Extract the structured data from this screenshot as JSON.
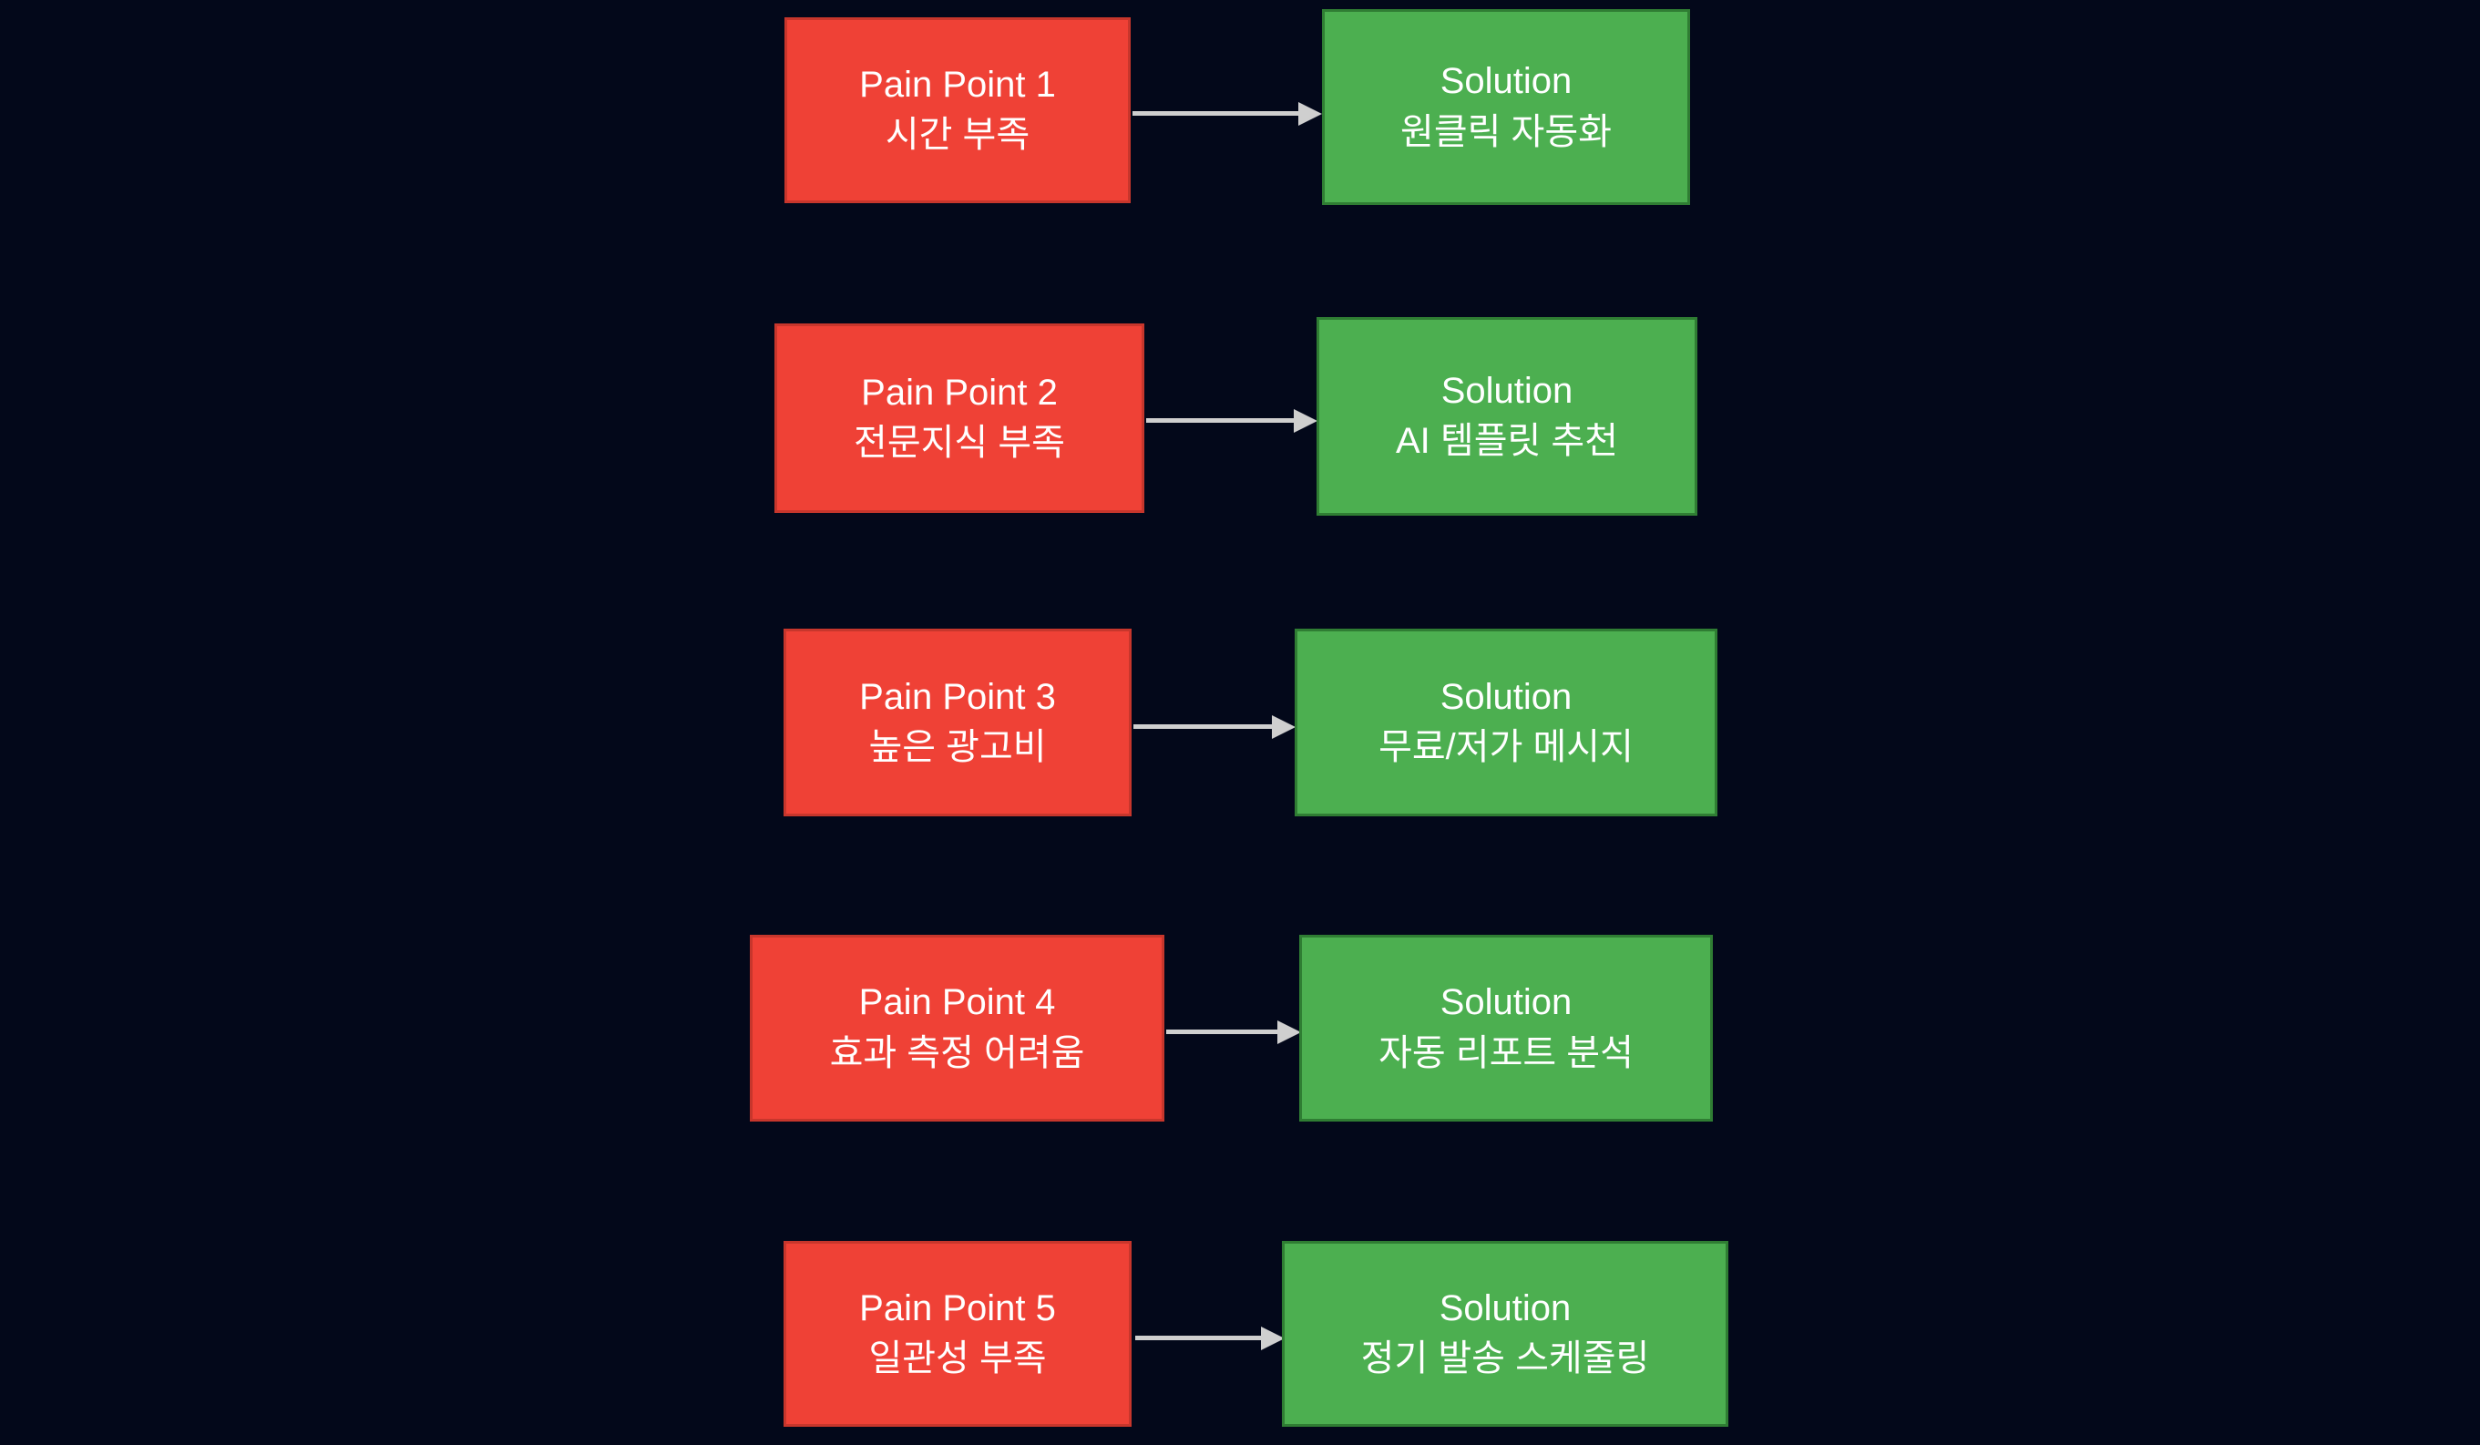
{
  "diagram": {
    "type": "flowchart",
    "title": "",
    "background_color": "#03081a",
    "pain_color": "#ef4136",
    "pain_border_color": "#c7362c",
    "solution_color": "#4caf50",
    "solution_border_color": "#2f7d33",
    "arrow_color": "#cfcfcf",
    "text_color": "#ffffff",
    "rows": [
      {
        "pain": {
          "line1": "Pain Point 1",
          "line2": "시간 부족"
        },
        "solution": {
          "line1": "Solution",
          "line2": "원클릭 자동화"
        }
      },
      {
        "pain": {
          "line1": "Pain Point 2",
          "line2": "전문지식 부족"
        },
        "solution": {
          "line1": "Solution",
          "line2": "AI 템플릿 추천"
        }
      },
      {
        "pain": {
          "line1": "Pain Point 3",
          "line2": "높은 광고비"
        },
        "solution": {
          "line1": "Solution",
          "line2": "무료/저가 메시지"
        }
      },
      {
        "pain": {
          "line1": "Pain Point 4",
          "line2": "효과 측정 어려움"
        },
        "solution": {
          "line1": "Solution",
          "line2": "자동 리포트 분석"
        }
      },
      {
        "pain": {
          "line1": "Pain Point 5",
          "line2": "일관성 부족"
        },
        "solution": {
          "line1": "Solution",
          "line2": "정기 발송 스케줄링"
        }
      }
    ]
  }
}
